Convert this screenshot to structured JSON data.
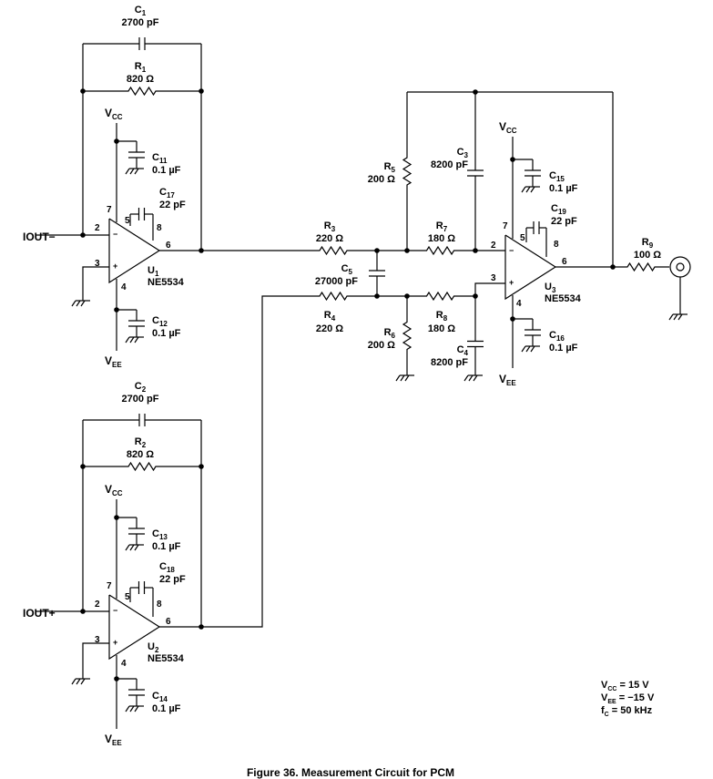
{
  "caption": "Figure 36. Measurement Circuit for PCM",
  "conditions": [
    "VCC = 15 V",
    "VEE = −15 V",
    "fC = 50 kHz"
  ],
  "nets": {
    "vcc": "VCC",
    "vee": "VEE",
    "iout_minus": "IOUT−",
    "iout_plus": "IOUT+"
  },
  "opamps": [
    {
      "ref": "U1",
      "part": "NE5534",
      "pins": [
        "2",
        "3",
        "7",
        "4",
        "5",
        "8",
        "6"
      ]
    },
    {
      "ref": "U2",
      "part": "NE5534",
      "pins": [
        "2",
        "3",
        "7",
        "4",
        "5",
        "8",
        "6"
      ]
    },
    {
      "ref": "U3",
      "part": "NE5534",
      "pins": [
        "2",
        "3",
        "7",
        "4",
        "5",
        "8",
        "6"
      ]
    }
  ],
  "components": {
    "C1": {
      "ref": "C1",
      "value": "2700 pF"
    },
    "R1": {
      "ref": "R1",
      "value": "820 Ω"
    },
    "C11": {
      "ref": "C11",
      "value": "0.1 µF"
    },
    "C17": {
      "ref": "C17",
      "value": "22 pF"
    },
    "C12": {
      "ref": "C12",
      "value": "0.1 µF"
    },
    "R3": {
      "ref": "R3",
      "value": "220 Ω"
    },
    "R4": {
      "ref": "R4",
      "value": "220 Ω"
    },
    "C5": {
      "ref": "C5",
      "value": "27000 pF"
    },
    "R5": {
      "ref": "R5",
      "value": "200 Ω"
    },
    "R6": {
      "ref": "R6",
      "value": "200 Ω"
    },
    "C3": {
      "ref": "C3",
      "value": "8200 pF"
    },
    "C4": {
      "ref": "C4",
      "value": "8200 pF"
    },
    "R7": {
      "ref": "R7",
      "value": "180 Ω"
    },
    "R8": {
      "ref": "R8",
      "value": "180 Ω"
    },
    "C15": {
      "ref": "C15",
      "value": "0.1 µF"
    },
    "C19": {
      "ref": "C19",
      "value": "22 pF"
    },
    "C16": {
      "ref": "C16",
      "value": "0.1 µF"
    },
    "R9": {
      "ref": "R9",
      "value": "100 Ω"
    },
    "C2": {
      "ref": "C2",
      "value": "2700 pF"
    },
    "R2": {
      "ref": "R2",
      "value": "820 Ω"
    },
    "C13": {
      "ref": "C13",
      "value": "0.1 µF"
    },
    "C18": {
      "ref": "C18",
      "value": "22 pF"
    },
    "C14": {
      "ref": "C14",
      "value": "0.1 µF"
    }
  }
}
